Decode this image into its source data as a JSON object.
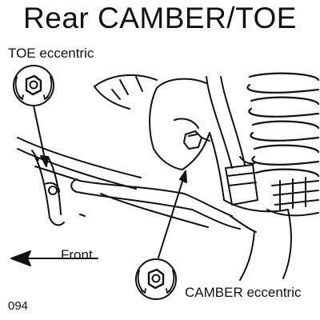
{
  "title": "Rear CAMBER/TOE",
  "labels": {
    "toe": "TOE eccentric",
    "camber": "CAMBER eccentric",
    "front": "Front"
  },
  "figure_number": "094",
  "colors": {
    "ink": "#111111",
    "background": "#ffffff"
  }
}
